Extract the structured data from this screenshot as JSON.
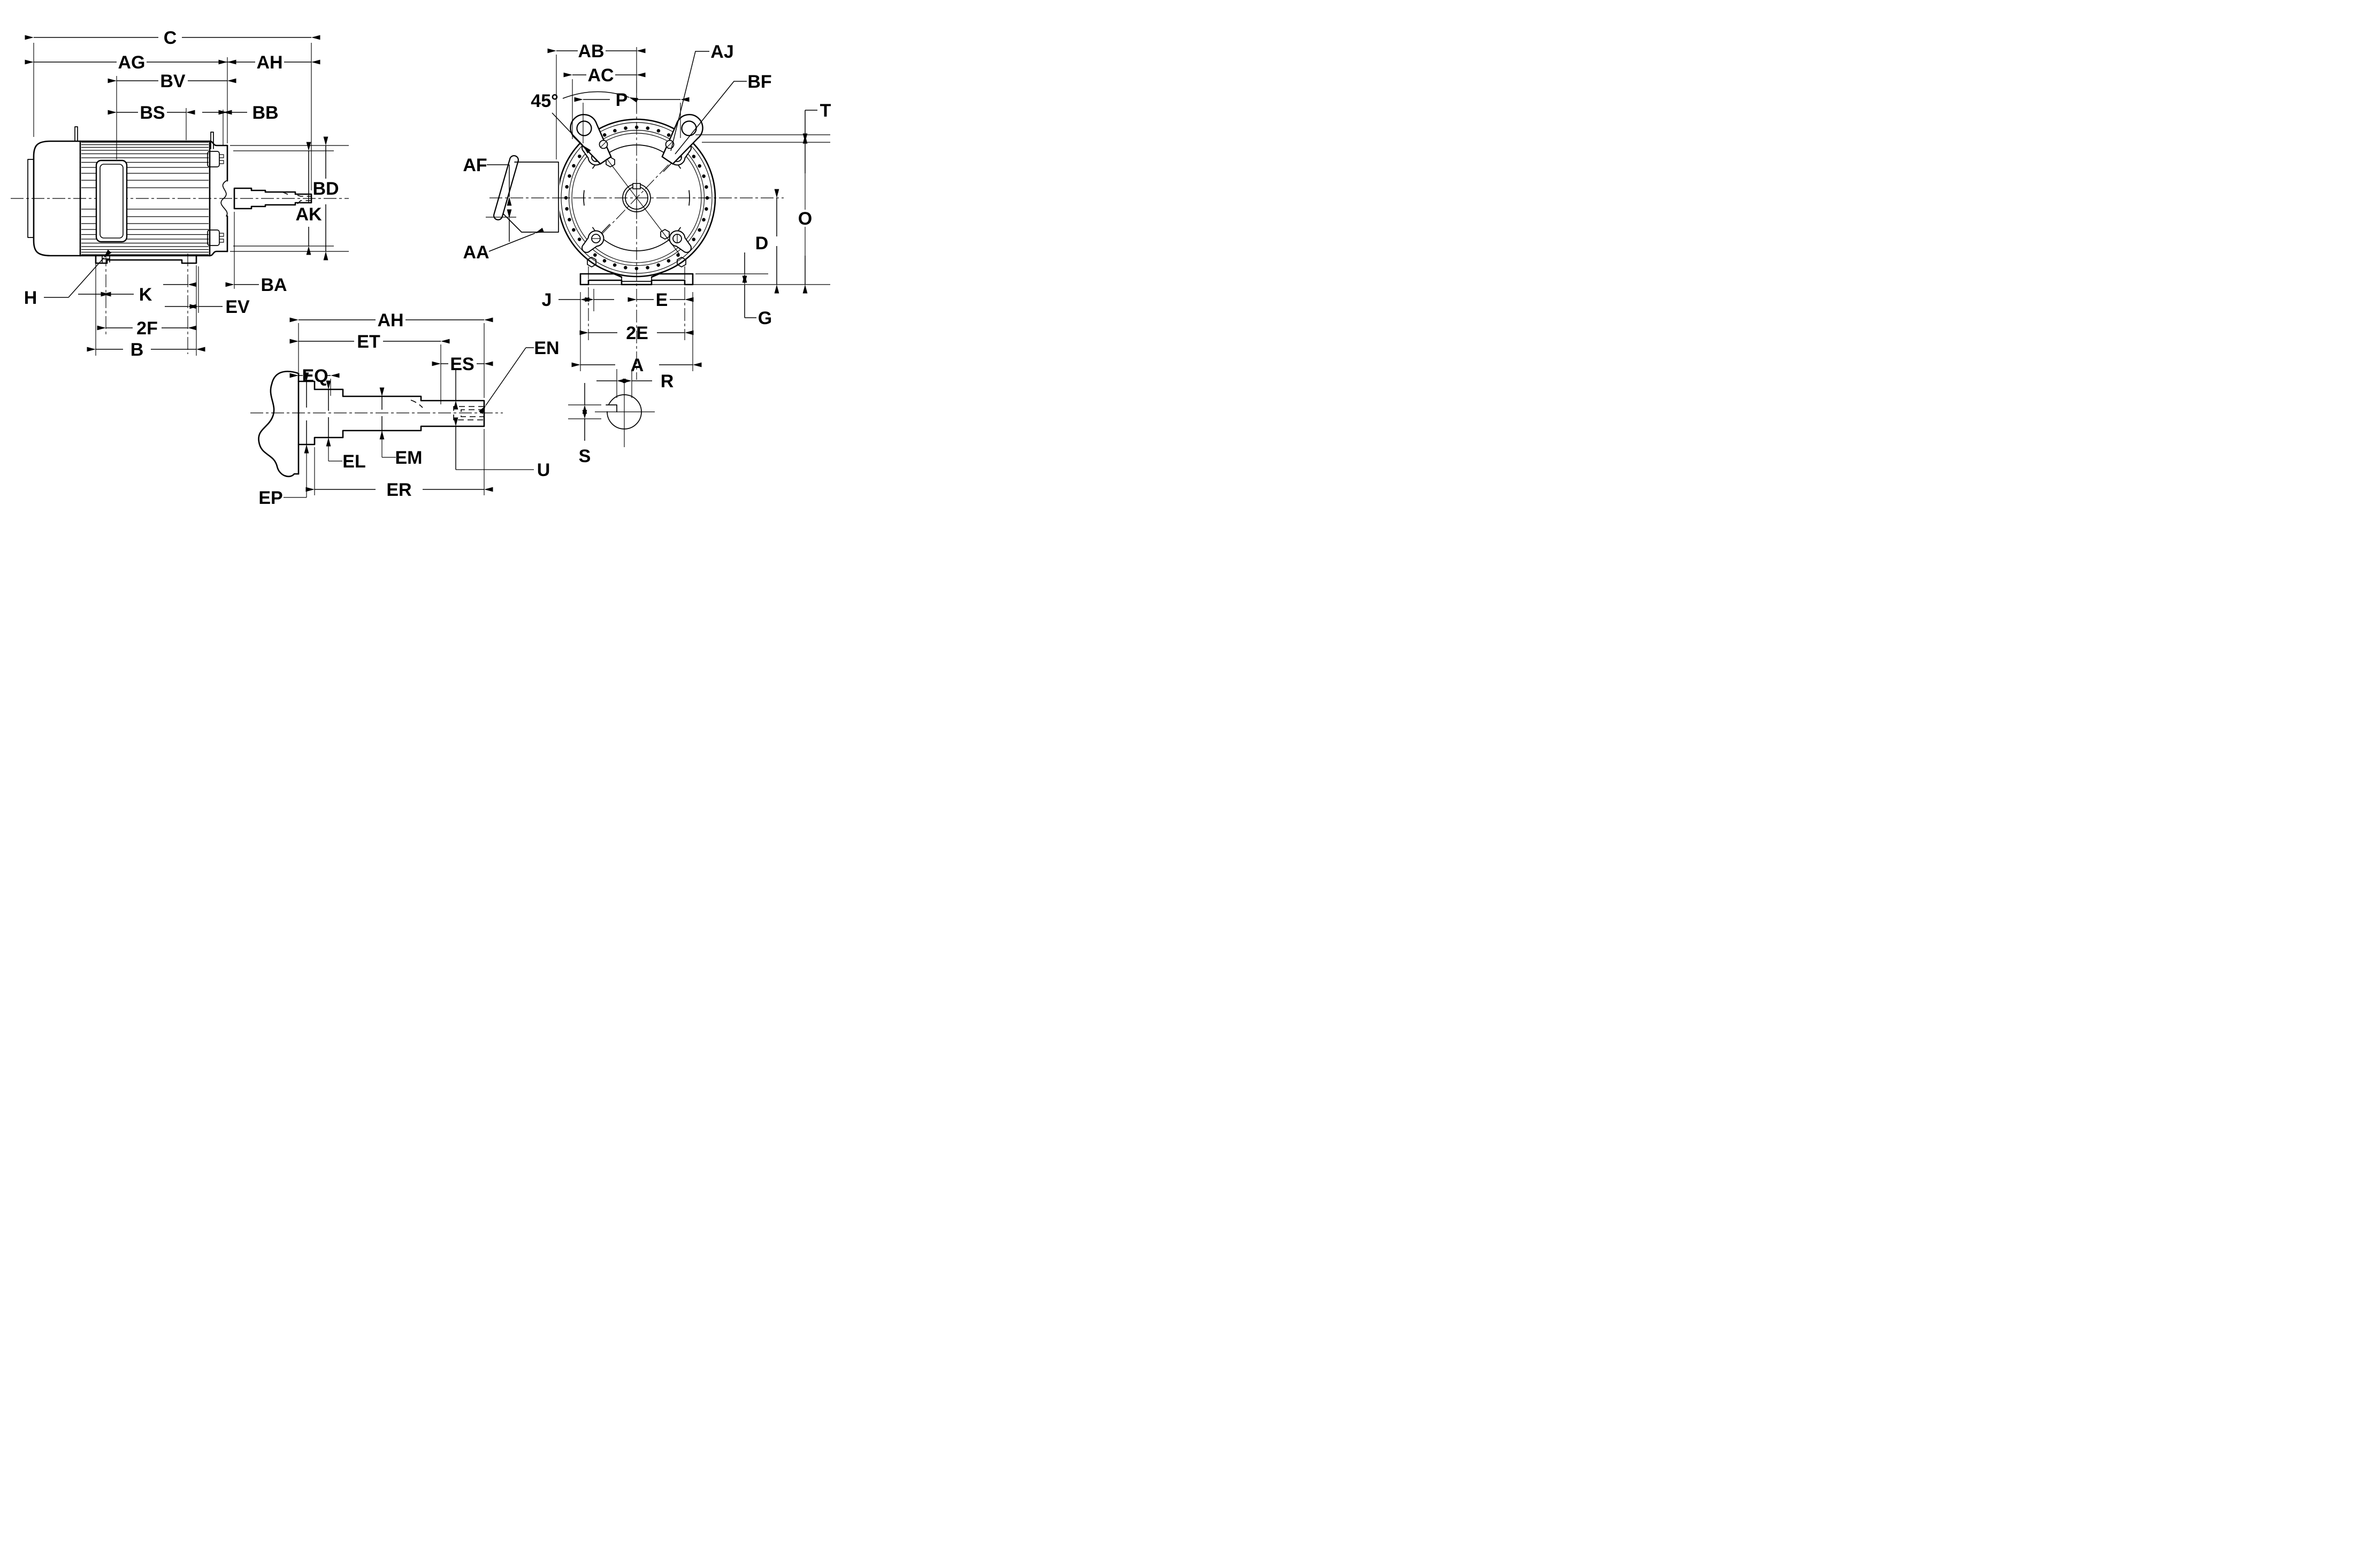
{
  "diagram": {
    "type": "engineering-dimension-drawing",
    "subject": "electric motor outline with dimension letters"
  },
  "labels": {
    "c": "C",
    "ag": "AG",
    "ah_overall": "AH",
    "bv": "BV",
    "bs": "BS",
    "bb": "BB",
    "bd": "BD",
    "ak": "AK",
    "ba": "BA",
    "ev": "EV",
    "h": "H",
    "k": "K",
    "f2": "2F",
    "b": "B",
    "ab": "AB",
    "ac": "AC",
    "p": "P",
    "aj": "AJ",
    "bf": "BF",
    "angle45": "45°",
    "t": "T",
    "o": "O",
    "d": "D",
    "g": "G",
    "af": "AF",
    "aa": "AA",
    "j": "J",
    "e": "E",
    "e2": "2E",
    "a": "A",
    "ah_shaft": "AH",
    "et": "ET",
    "eq": "EQ",
    "es": "ES",
    "en": "EN",
    "el": "EL",
    "em": "EM",
    "ep": "EP",
    "er": "ER",
    "u": "U",
    "r": "R",
    "s": "S"
  },
  "colors": {
    "line": "#000000",
    "background": "#ffffff"
  }
}
